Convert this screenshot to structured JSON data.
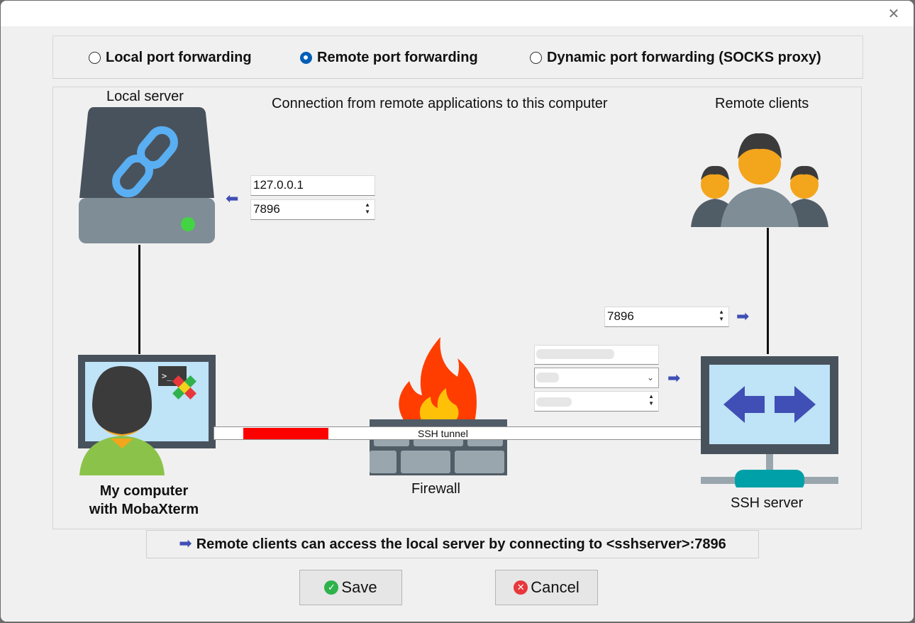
{
  "window": {
    "close_label": "✕"
  },
  "modes": [
    {
      "label": "Local port forwarding",
      "selected": false
    },
    {
      "label": "Remote port forwarding",
      "selected": true
    },
    {
      "label": "Dynamic port forwarding (SOCKS proxy)",
      "selected": false
    }
  ],
  "diagram": {
    "local_server_label": "Local server",
    "connection_title": "Connection from remote applications to this computer",
    "remote_clients_label": "Remote clients",
    "my_computer_line1": "My computer",
    "my_computer_line2": "with MobaXterm",
    "firewall_label": "Firewall",
    "ssh_server_label": "SSH server",
    "tunnel_label": "SSH tunnel",
    "local_host": "127.0.0.1",
    "local_port": "7896",
    "remote_port": "7896",
    "ssh_host": "",
    "ssh_user": "",
    "ssh_port": ""
  },
  "status": {
    "arrow": "➡",
    "text": "Remote clients can access the local server by connecting to <sshserver>:7896"
  },
  "buttons": {
    "save": "Save",
    "cancel": "Cancel"
  },
  "colors": {
    "accent": "#005fb8",
    "arrow": "#3f4fb5",
    "tunnel_red": "#ff0000",
    "save_icon": "#2fb24c",
    "cancel_icon": "#e8373b"
  }
}
